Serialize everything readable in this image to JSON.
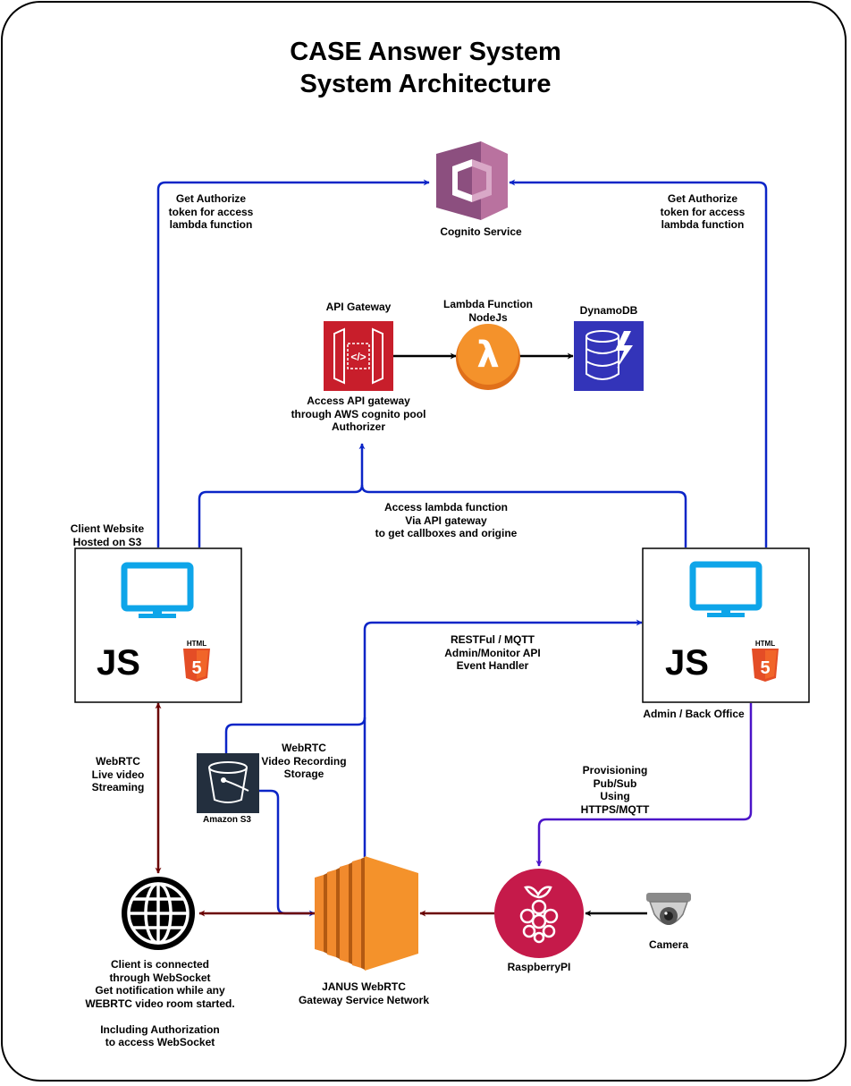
{
  "title": {
    "line1": "CASE Answer System",
    "line2": "System Architecture"
  },
  "nodes": {
    "cognito": "Cognito Service",
    "api_gateway": "API Gateway",
    "lambda": "Lambda Function\nNodeJs",
    "dynamodb": "DynamoDB",
    "client_website": "Client Website\nHosted on S3",
    "admin": "Admin / Back Office",
    "s3": "Amazon S3",
    "janus": "JANUS WebRTC\nGateway Service Network",
    "raspberry": "RaspberryPI",
    "camera": "Camera",
    "client": "Client is connected\nthrough WebSocket\nGet notification while any\nWEBRTC video room started.\n\nIncluding Authorization\nto access WebSocket",
    "js_text": "JS",
    "html_badge": "HTML"
  },
  "edges": {
    "auth_left": "Get Authorize\ntoken for access\nlambda function",
    "auth_right": "Get Authorize\ntoken for access\nlambda function",
    "api_gateway_note": "Access API gateway\nthrough AWS cognito pool\nAuthorizer",
    "lambda_access": "Access lambda function\nVia API gateway\nto get callboxes and origine",
    "restful": "RESTFul / MQTT\nAdmin/Monitor API\nEvent Handler",
    "webrtc_storage": "WebRTC\nVideo Recording\nStorage",
    "webrtc_live": "WebRTC\nLive video\nStreaming",
    "provisioning": "Provisioning\nPub/Sub\nUsing\nHTTPS/MQTT"
  },
  "colors": {
    "blue_line": "#0b25c7",
    "purple_line": "#4b14c8",
    "maroon_line": "#6b0000",
    "monitor_cyan": "#0ea5e9",
    "api_red": "#c81e2b",
    "lambda_orange": "#f08a24",
    "dynamo_blue": "#3334b9",
    "cognito_purple": "#9a5b8b",
    "ec2_orange": "#f18a2d",
    "raspberry_red": "#c51a4a",
    "s3_dark": "#232f3e",
    "html5_orange": "#e44d26"
  }
}
